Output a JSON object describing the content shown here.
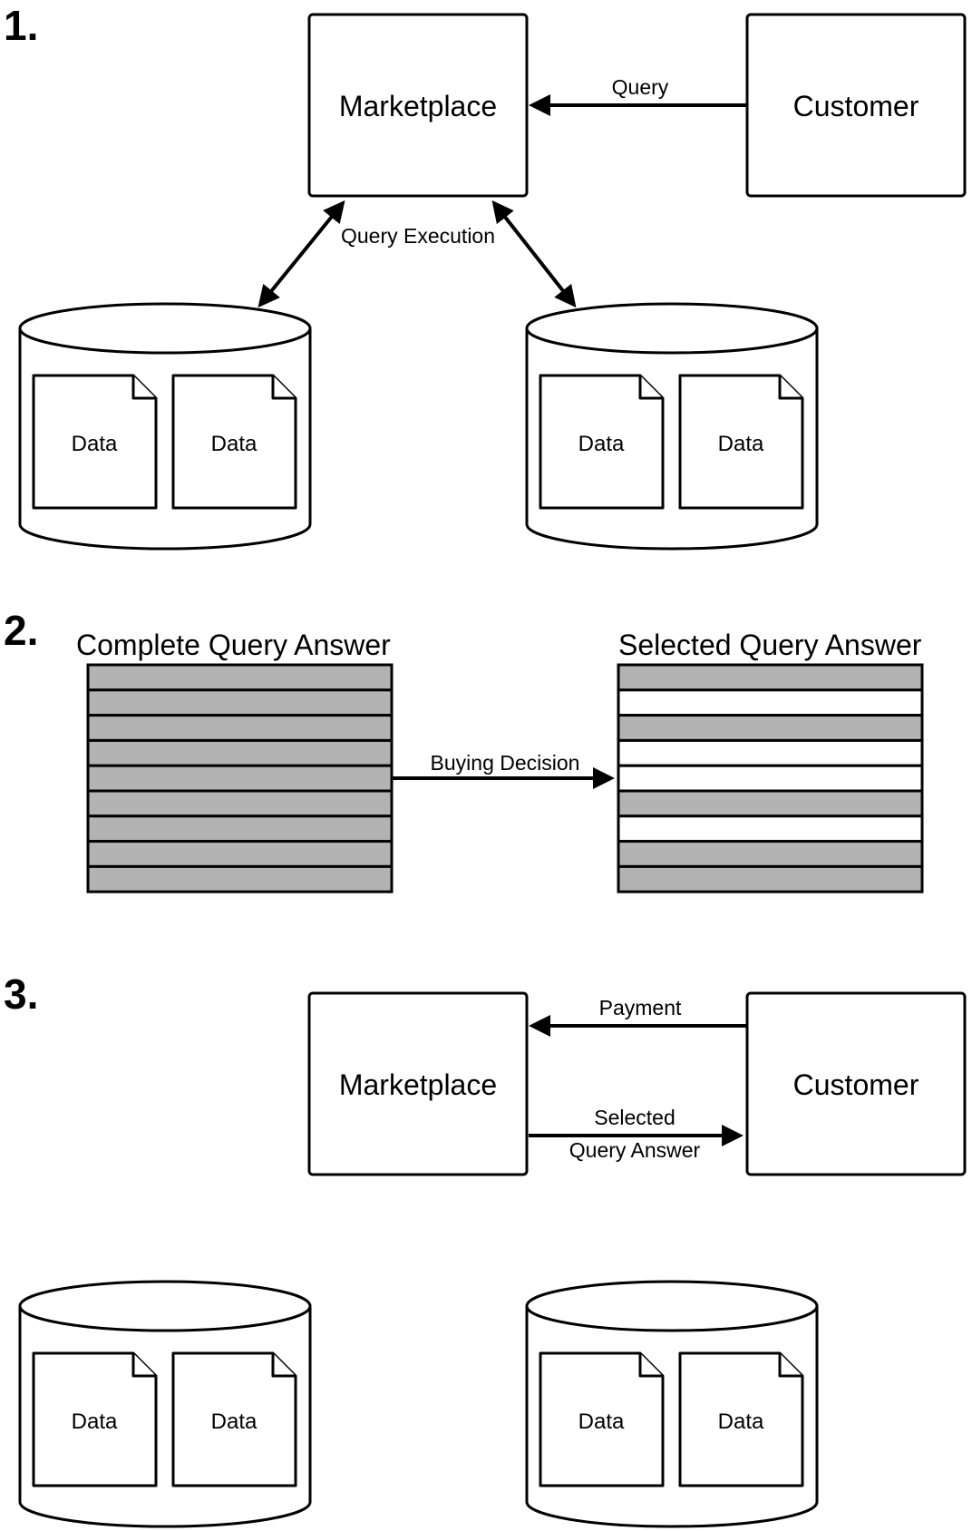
{
  "step1": {
    "number": "1.",
    "marketplace": "Marketplace",
    "customer": "Customer",
    "query_label": "Query",
    "execution_label": "Query Execution",
    "databases": [
      {
        "docs": [
          "Data",
          "Data"
        ]
      },
      {
        "docs": [
          "Data",
          "Data"
        ]
      }
    ]
  },
  "step2": {
    "number": "2.",
    "complete_title": "Complete Query Answer",
    "selected_title": "Selected Query Answer",
    "decision_label": "Buying Decision",
    "complete_rows": 9,
    "selected_rows": [
      true,
      false,
      true,
      false,
      false,
      true,
      false,
      true,
      true
    ]
  },
  "step3": {
    "number": "3.",
    "marketplace": "Marketplace",
    "customer": "Customer",
    "payment_label": "Payment",
    "answer_label_line1": "Selected",
    "answer_label_line2": "Query Answer",
    "databases": [
      {
        "docs": [
          "Data",
          "Data"
        ]
      },
      {
        "docs": [
          "Data",
          "Data"
        ]
      }
    ]
  }
}
